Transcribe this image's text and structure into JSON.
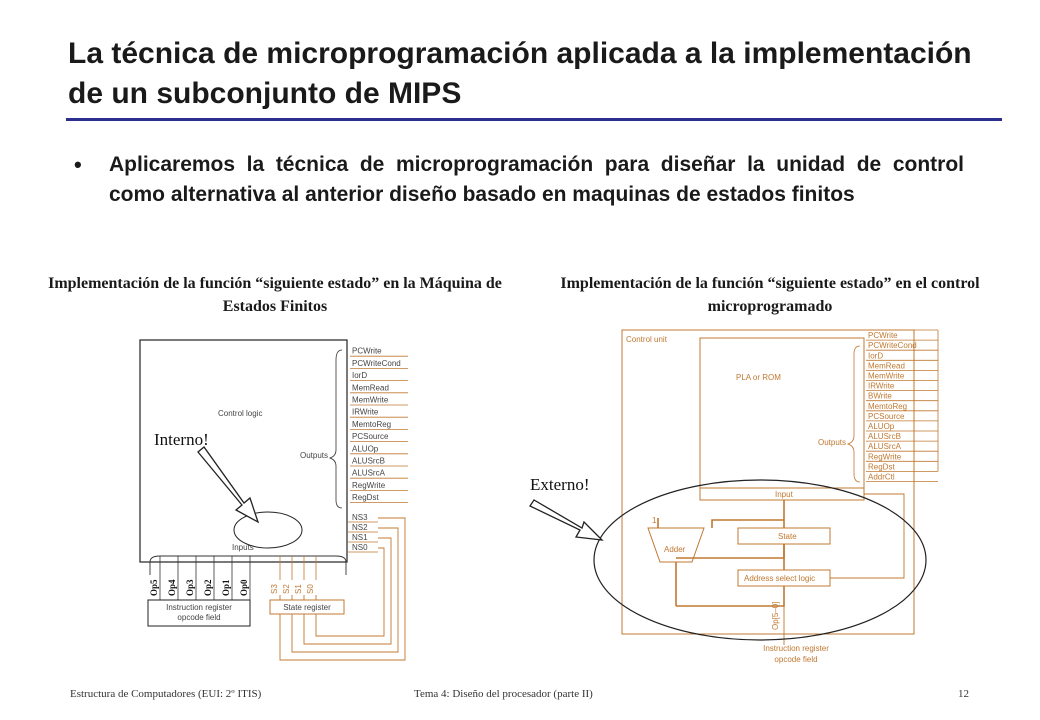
{
  "slide": {
    "title": "La técnica de microprogramación aplicada a la implementación de un subconjunto de MIPS",
    "bullet_mark": "•",
    "bullet": "Aplicaremos la técnica de microprogramación para diseñar la unidad de control como alternativa al anterior diseño basado en maquinas de estados finitos",
    "caption_left": "Implementación  de la función “siguiente estado” en la Máquina de Estados Finitos",
    "caption_right": "Implementación  de la función “siguiente estado” en el control microprogramado",
    "footer_left": "Estructura de Computadores (EUI: 2º ITIS)",
    "footer_center": "Tema 4: Diseño del procesador (parte II)",
    "footer_right": "12"
  },
  "left_diagram": {
    "control_logic": "Control logic",
    "outputs": "Outputs",
    "inputs": "Inputs",
    "annotation": "Interno!",
    "signals": [
      "PCWrite",
      "PCWriteCond",
      "IorD",
      "MemRead",
      "MemWrite",
      "IRWrite",
      "MemtoReg",
      "PCSource",
      "ALUOp",
      "ALUSrcB",
      "ALUSrcA",
      "RegWrite",
      "RegDst"
    ],
    "next_state": [
      "NS3",
      "NS2",
      "NS1",
      "NS0"
    ],
    "op_bits": [
      "Op5",
      "Op4",
      "Op3",
      "Op2",
      "Op1",
      "Op0"
    ],
    "state_bits": [
      "S3",
      "S2",
      "S1",
      "S0"
    ],
    "ir_label": "Instruction register opcode field",
    "state_register": "State register"
  },
  "right_diagram": {
    "control_unit": "Control unit",
    "pla": "PLA or ROM",
    "outputs": "Outputs",
    "input": "Input",
    "adder": "Adder",
    "state": "State",
    "addr_select": "Address select logic",
    "op_field": "Op[5–0]",
    "ir_label": "Instruction register opcode field",
    "annotation": "Externo!",
    "signals": [
      "PCWrite",
      "PCWriteCond",
      "IorD",
      "MemRead",
      "MemWrite",
      "IRWrite",
      "BWrite",
      "MemtoReg",
      "PCSource",
      "ALUOp",
      "ALUSrcB",
      "ALUSrcA",
      "RegWrite",
      "RegDst",
      "AddrCtl"
    ]
  },
  "colors": {
    "rule": "#2b2f8f",
    "control_path": "#c07830"
  }
}
